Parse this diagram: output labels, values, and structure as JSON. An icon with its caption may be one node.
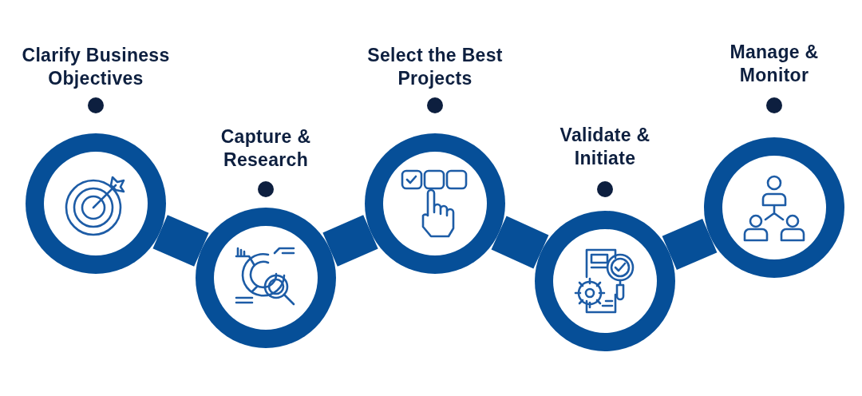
{
  "diagram": {
    "nodes": [
      {
        "text": [
          "Clarify Business Objectives"
        ]
      },
      {
        "text": [
          "Capture & Research"
        ]
      },
      {
        "text": [
          "Select the Best Projects"
        ]
      },
      {
        "text": [
          "Validate & Initiate"
        ]
      },
      {
        "text": [
          "Manage & Monitor"
        ]
      }
    ],
    "edges": [
      {
        "from": 0,
        "to": 1,
        "arrow": "none"
      },
      {
        "from": 1,
        "to": 2,
        "arrow": "none"
      },
      {
        "from": 2,
        "to": 3,
        "arrow": "none"
      },
      {
        "from": 3,
        "to": 4,
        "arrow": "none"
      }
    ]
  }
}
